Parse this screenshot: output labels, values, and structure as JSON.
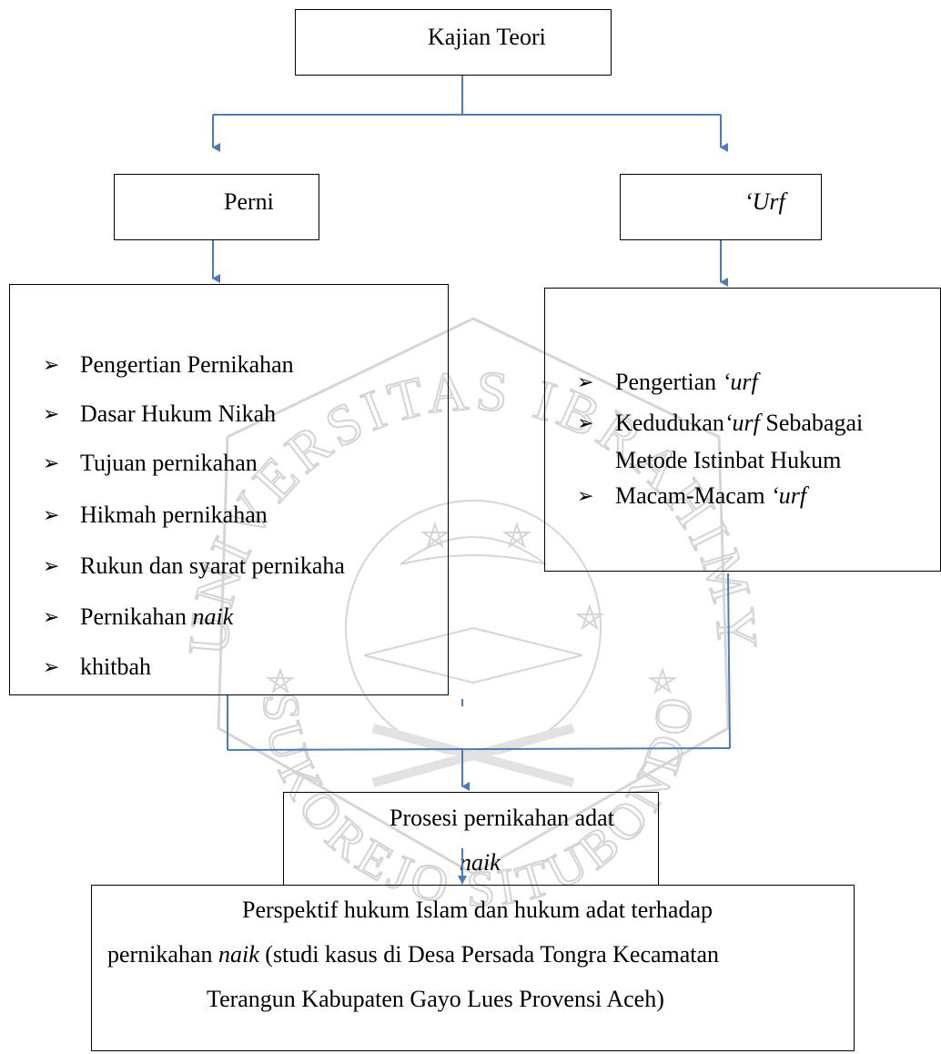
{
  "colors": {
    "connector": "#4a7ebb",
    "border": "#000000",
    "watermark": "#d6d6d6"
  },
  "watermark": {
    "top": "UNIVERSITAS IBRAHIMY",
    "bottom": "SUKOREJO SITUBONDO"
  },
  "root": {
    "label": "Kajian Teori"
  },
  "left": {
    "label": "Perni",
    "items": [
      {
        "text": "Pengertian Pernikahan",
        "italic": ""
      },
      {
        "text": "Dasar Hukum Nikah",
        "italic": ""
      },
      {
        "text": "Tujuan pernikahan",
        "italic": ""
      },
      {
        "text": "Hikmah pernikahan",
        "italic": ""
      },
      {
        "text": "Rukun dan syarat pernikaha",
        "italic": ""
      },
      {
        "text": "Pernikahan ",
        "italic": "naik"
      },
      {
        "text": "khitbah",
        "italic": ""
      }
    ]
  },
  "right": {
    "label": "‘Urf",
    "items": {
      "i1_text": "Pengertian ",
      "i1_italic": "‘urf",
      "i2_text_a": "Kedudukan",
      "i2_italic": "‘urf",
      "i2_text_b": " Sebabagai",
      "i2_line2": "Metode Istinbat Hukum",
      "i3_text": "Macam-Macam ",
      "i3_italic": "‘urf"
    }
  },
  "middle": {
    "line1": "Prosesi pernikahan adat",
    "line2": "naik"
  },
  "bottom": {
    "line1": "Perspektif hukum Islam dan hukum adat terhadap",
    "line2_a": "pernikahan ",
    "line2_italic": "naik",
    "line2_b": " (studi kasus di Desa Persada Tongra Kecamatan",
    "line3": "Terangun Kabupaten Gayo Lues Provensi Aceh)"
  }
}
